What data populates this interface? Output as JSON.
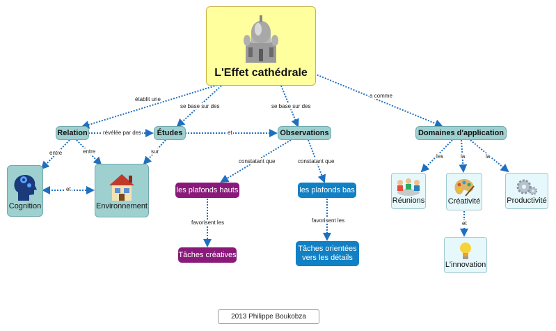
{
  "root": {
    "title": "L'Effet cathédrale"
  },
  "nodes": {
    "relation": "Relation",
    "etudes": "Études",
    "observations": "Observations",
    "domaines": "Domaines d'application",
    "cognition": "Cognition",
    "environnement": "Environnement",
    "plafonds_hauts": "les plafonds hauts",
    "plafonds_bas": "les plafonds bas",
    "taches_creatives": "Tâches créatives",
    "taches_details": "Tâches orientées vers les détails",
    "reunions": "Réunions",
    "creativite": "Créativité",
    "productivite": "Productivité",
    "innovation": "L'innovation"
  },
  "links": {
    "etablit_une": "établit une",
    "se_base_sur_des_1": "se base sur des",
    "se_base_sur_des_2": "se base sur des",
    "a_comme": "a comme",
    "revelee_par_des": "révélée par des",
    "et_etudes_obs": "et",
    "entre_1": "entre",
    "entre_2": "entre",
    "sur": "sur",
    "et_cog_env": "et",
    "constatant_que_1": "constatant que",
    "constatant_que_2": "constatant que",
    "favorisent_les_1": "favorisent les",
    "favorisent_les_2": "favorisent les",
    "les": "les",
    "la_1": "la",
    "la_2": "la",
    "et_crea_innov": "et"
  },
  "footer": {
    "credit": "2013 Philippe Boukobza"
  },
  "colors": {
    "connector": "#1f6fc0",
    "root_fill": "#ffff9e",
    "node_fill": "#9fd0d0",
    "purple": "#8a1a7a",
    "blue": "#1280c4"
  },
  "icons": [
    "cathedral-icon",
    "head-gears-icon",
    "house-icon",
    "meeting-people-icon",
    "palette-icon",
    "gears-icon",
    "lightbulb-icon"
  ]
}
